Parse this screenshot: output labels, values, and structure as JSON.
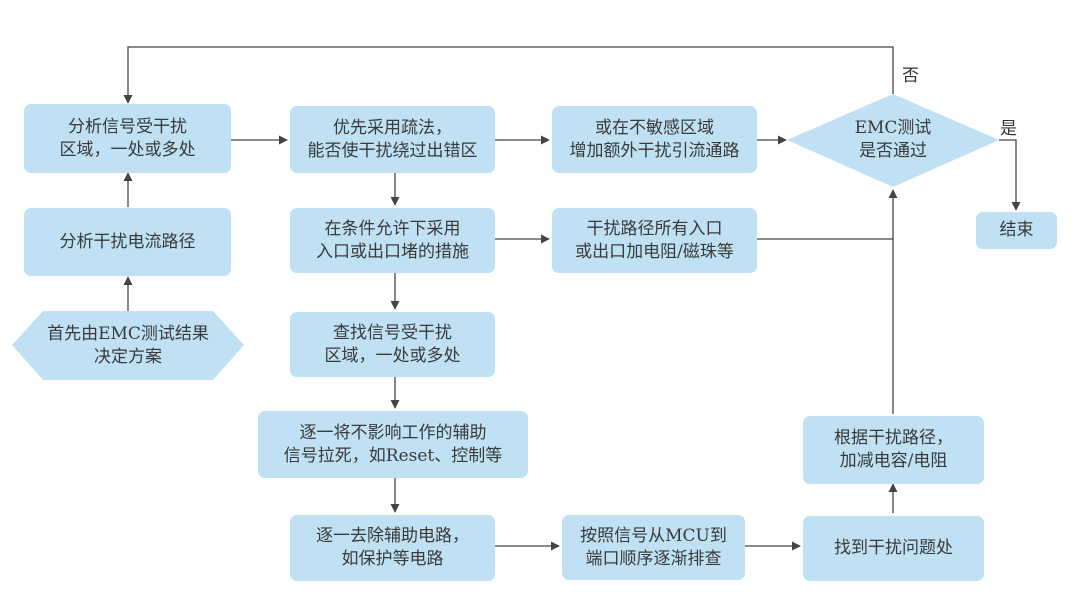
{
  "nodes": {
    "start": [
      "首先由EMC测试结果",
      "决定方案"
    ],
    "analyze_path": [
      "分析干扰电流路径"
    ],
    "analyze_region": [
      "分析信号受干扰",
      "区域，一处或多处"
    ],
    "prefer_drain": [
      "优先采用疏法，",
      "能否使干扰绕过出错区"
    ],
    "insensitive_area": [
      "或在不敏感区域",
      "增加额外干扰引流通路"
    ],
    "decision": [
      "EMC测试",
      "是否通过"
    ],
    "end": [
      "结束"
    ],
    "block_measures": [
      "在条件允许下采用",
      "入口或出口堵的措施"
    ],
    "add_resistor_bead": [
      "干扰路径所有入口",
      "或出口加电阻/磁珠等"
    ],
    "find_region": [
      "查找信号受干扰",
      "区域，一处或多处"
    ],
    "pull_dead": [
      "逐一将不影响工作的辅助",
      "信号拉死，如Reset、控制等"
    ],
    "remove_aux": [
      "逐一去除辅助电路，",
      "如保护等电路"
    ],
    "trace_mcu": [
      "按照信号从MCU到",
      "端口顺序逐渐排查"
    ],
    "find_problem": [
      "找到干扰问题处"
    ],
    "add_cap_res": [
      "根据干扰路径，",
      "加减电容/电阻"
    ]
  },
  "labels": {
    "no": "否",
    "yes": "是"
  },
  "colors": {
    "box_fill": "#bfe1f3",
    "line": "#444444"
  }
}
